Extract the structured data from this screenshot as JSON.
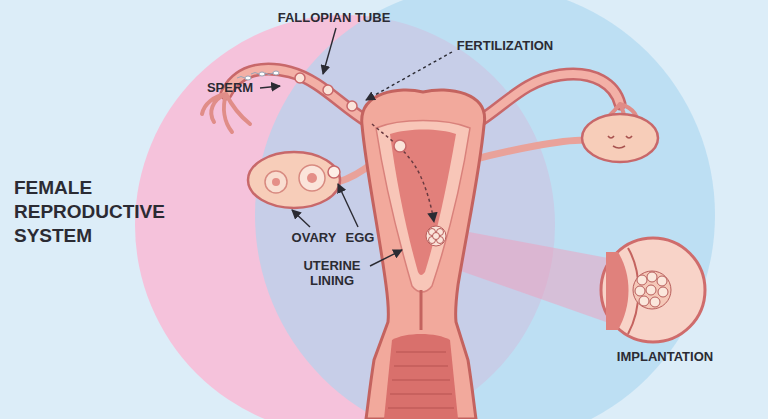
{
  "diagram": {
    "title": "FEMALE REPRODUCTIVE SYSTEM",
    "labels": [
      "FALLOPIAN TUBE",
      "SPERM",
      "FERTILIZATION",
      "OVARY",
      "EGG",
      "UTERINE LINING",
      "IMPLANTATION"
    ]
  }
}
